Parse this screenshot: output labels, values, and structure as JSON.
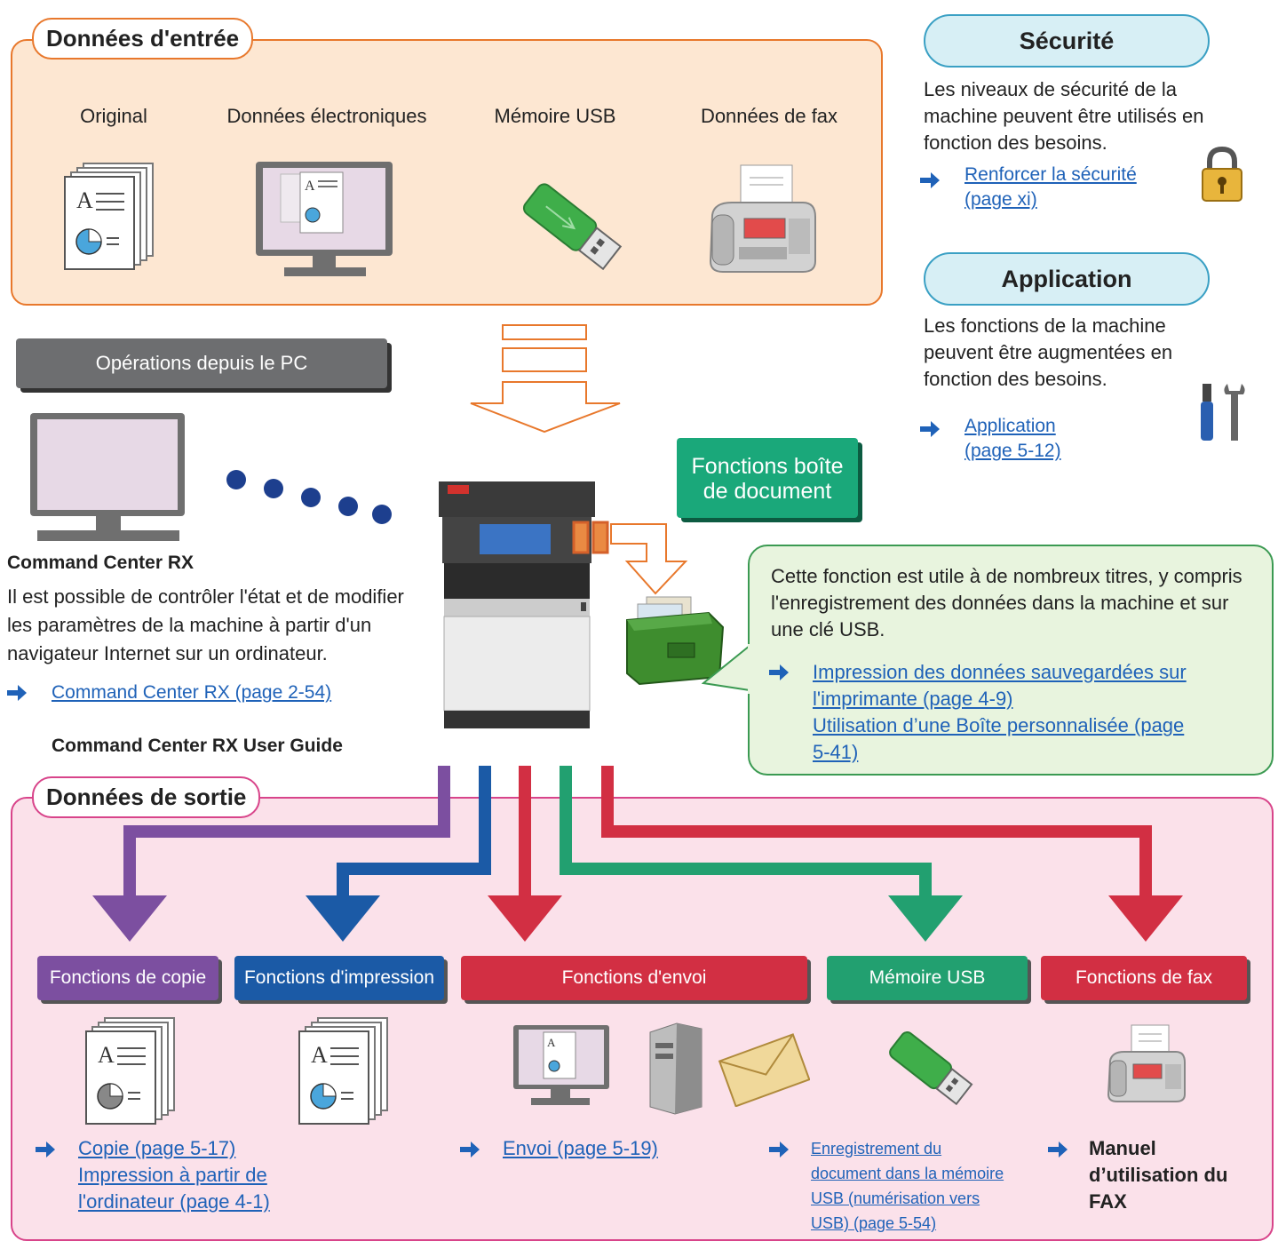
{
  "input": {
    "title": "Données d'entrée",
    "sources": [
      {
        "label": "Original",
        "icon": "document-stack-icon"
      },
      {
        "label": "Données électroniques",
        "icon": "monitor-document-icon"
      },
      {
        "label": "Mémoire USB",
        "icon": "usb-drive-icon"
      },
      {
        "label": "Données de fax",
        "icon": "fax-machine-icon"
      }
    ]
  },
  "security": {
    "title": "Sécurité",
    "text": "Les niveaux de sécurité de la machine peuvent être utilisés en fonction des besoins.",
    "link_line1": "Renforcer la sécurité ",
    "link_line2": "(page xi)"
  },
  "application": {
    "title": "Application",
    "text": "Les fonctions de la machine peuvent être augmentées en fonction des besoins.",
    "link_line1": "Application ",
    "link_line2": "(page 5-12)"
  },
  "pc": {
    "button": "Opérations depuis le PC",
    "title": "Command Center RX",
    "text": "Il est possible de contrôler l'état et de modifier les paramètres de la machine à partir d'un navigateur Internet sur un ordinateur.",
    "link": "Command Center RX (page 2-54)",
    "guide": "Command Center RX User Guide"
  },
  "docbox": {
    "label_line1": "Fonctions boîte",
    "label_line2": "de document",
    "text": "Cette fonction est utile à de nombreux titres, y compris l'enregistrement des données dans la machine et sur une clé USB.",
    "link1_line1": "Impression des données sauvegardées sur ",
    "link1_line2": "l'imprimante (page 4-9)",
    "link2_line1": "Utilisation d’une Boîte personnalisée (page ",
    "link2_line2": "5-41)"
  },
  "output": {
    "title": "Données de sortie",
    "functions": [
      {
        "label": "Fonctions de copie",
        "color": "#7c4fa0"
      },
      {
        "label": "Fonctions d'impression",
        "color": "#1b5aa6"
      },
      {
        "label": "Fonctions d'envoi",
        "color": "#d22f43"
      },
      {
        "label": "Mémoire USB",
        "color": "#22a070"
      },
      {
        "label": "Fonctions de fax",
        "color": "#d22f43"
      }
    ],
    "copy_link1": "Copie (page 5-17)",
    "copy_link2_line1": "Impression à partir de ",
    "copy_link2_line2": "l'ordinateur (page 4-1)",
    "send_link": "Envoi (page 5-19)",
    "usb_link_lines": [
      "Enregistrement du ",
      "document dans la mémoire ",
      "USB (numérisation vers ",
      "USB) (page 5-54)"
    ],
    "fax_manual_lines": [
      "Manuel",
      "d’utilisation du",
      "FAX"
    ]
  }
}
